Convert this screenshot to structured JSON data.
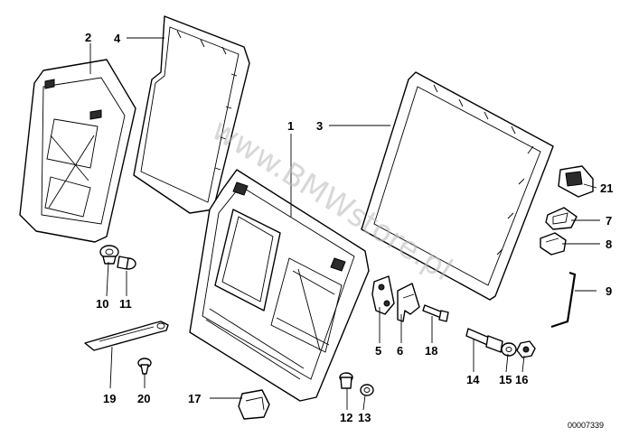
{
  "callouts": {
    "c1": "1",
    "c2": "2",
    "c3": "3",
    "c4": "4",
    "c5": "5",
    "c6": "6",
    "c7": "7",
    "c8": "8",
    "c9": "9",
    "c10": "10",
    "c11": "11",
    "c12": "12",
    "c13": "13",
    "c14": "14",
    "c15": "15",
    "c16": "16",
    "c17": "17",
    "c18": "18",
    "c19": "19",
    "c20": "20",
    "c21": "21"
  },
  "watermark": "www.BMWstore.pl",
  "catalog_number": "00007339"
}
